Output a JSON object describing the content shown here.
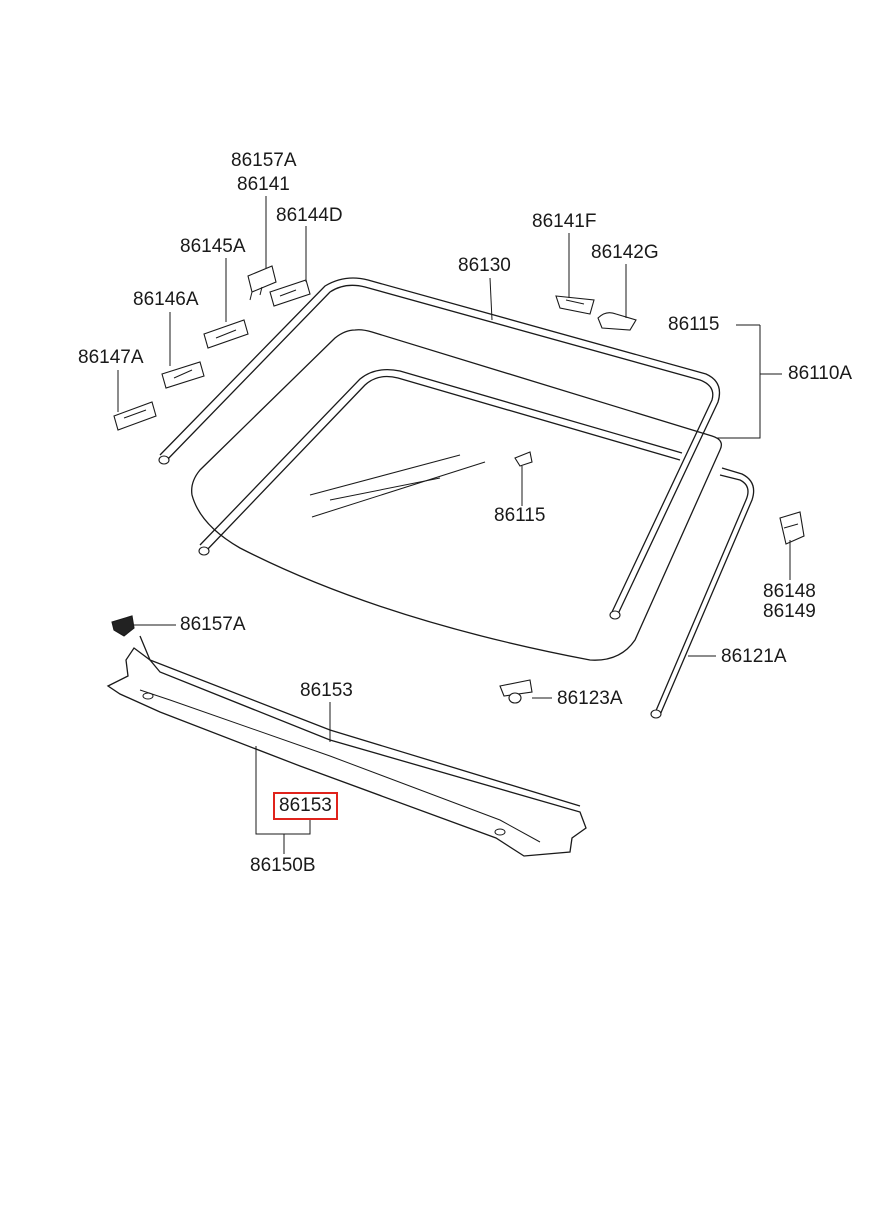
{
  "labels": {
    "p86157A_top": "86157A",
    "p86141": "86141",
    "p86144D": "86144D",
    "p86145A": "86145A",
    "p86146A": "86146A",
    "p86147A": "86147A",
    "p86130": "86130",
    "p86141F": "86141F",
    "p86142G": "86142G",
    "p86115_right": "86115",
    "p86110A": "86110A",
    "p86115_center": "86115",
    "p86148": "86148",
    "p86149": "86149",
    "p86157A_left": "86157A",
    "p86153_upper": "86153",
    "p86121A": "86121A",
    "p86123A": "86123A",
    "p86153_highlighted": "86153",
    "p86150B": "86150B"
  },
  "colors": {
    "highlight": "#e0231c",
    "line": "#1a1a1a",
    "background": "#ffffff"
  }
}
